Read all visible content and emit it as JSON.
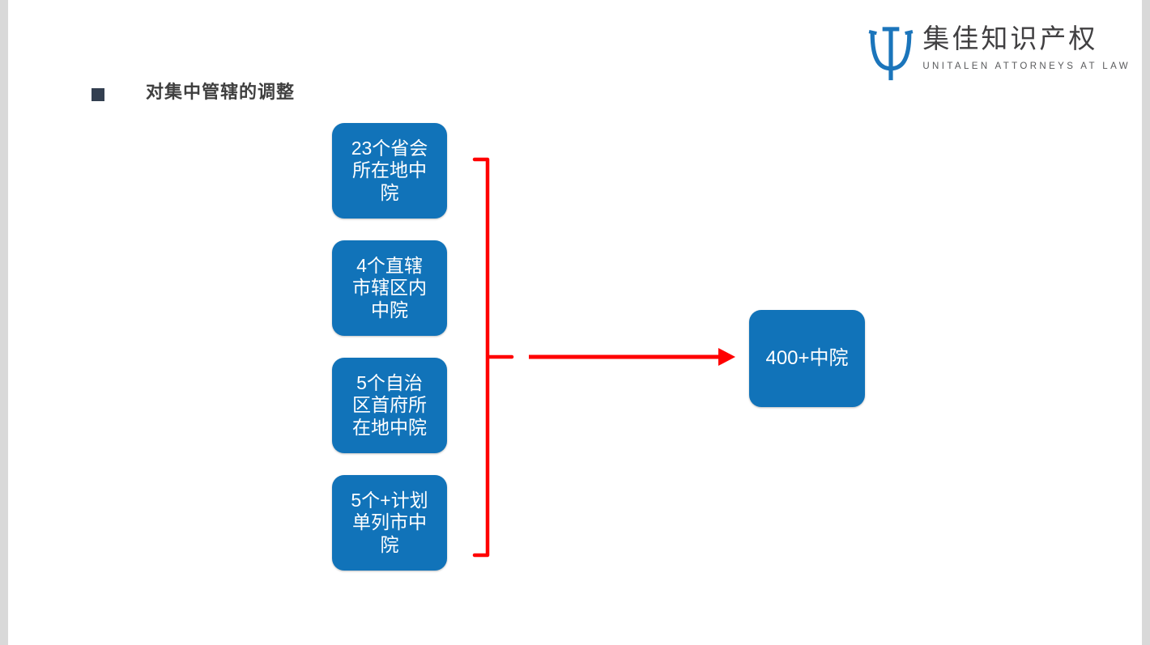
{
  "header": {
    "title": "对集中管辖的调整"
  },
  "logo": {
    "brand": "集佳知识产权",
    "tagline": "UNITALEN ATTORNEYS AT LAW",
    "icon": "unitalen-trident-icon"
  },
  "diagram": {
    "source_boxes": [
      {
        "label": "23个省会\n所在地中\n院"
      },
      {
        "label": "4个直辖\n市辖区内\n中院"
      },
      {
        "label": "5个自治\n区首府所\n在地中院"
      },
      {
        "label": "5个+计划\n单列市中\n院"
      }
    ],
    "result_box": {
      "label": "400+中院"
    },
    "connector": "red-bracket-arrow"
  },
  "colors": {
    "box_blue": "#1173B9",
    "connector_red": "#FF0000",
    "title_text": "#3F3F3F",
    "bullet": "#333F50",
    "logo_blue": "#1B75BB",
    "edge_gray": "#D9D9D9"
  }
}
